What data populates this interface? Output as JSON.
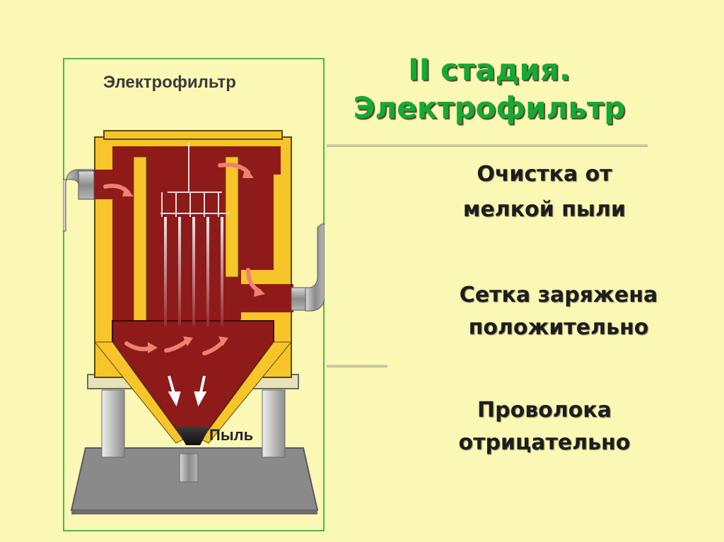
{
  "slide": {
    "title_line1": "II стадия.",
    "title_line2": "Электрофильтр",
    "point1_line1": "Очистка от",
    "point1_line2": "мелкой пыли",
    "point2_line1": "Сетка заряжена",
    "point2_line2": "положительно",
    "point3_line1": "Проволока",
    "point3_line2": "отрицательно"
  },
  "figure": {
    "label": "Электрофильтр",
    "dust_label": "Пыль"
  },
  "colors": {
    "background": "#fbf7b4",
    "title": "#17a835",
    "housing": "#f7c52a",
    "chamber": "#8f1a1a",
    "frame": "#39c43c"
  }
}
